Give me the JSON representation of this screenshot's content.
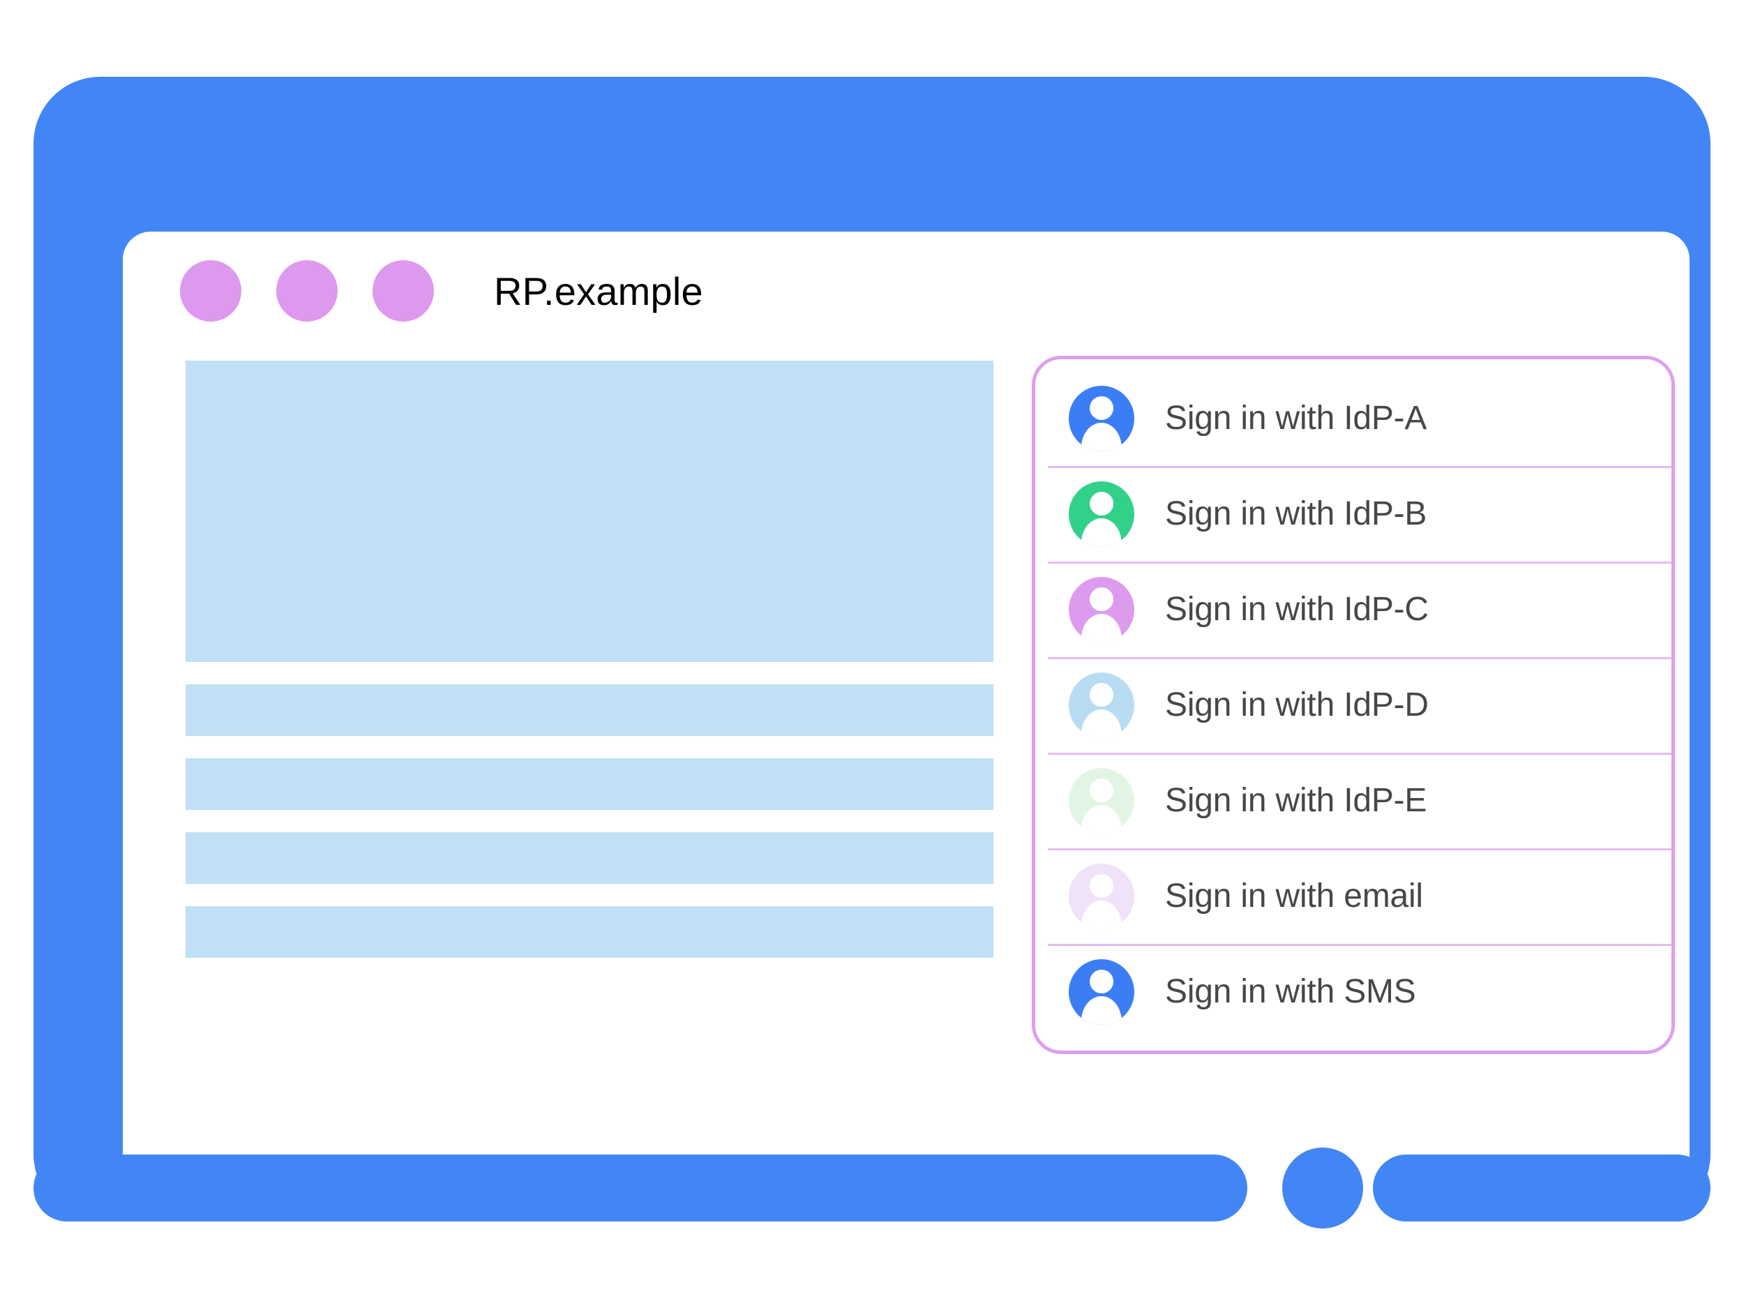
{
  "colors": {
    "device_frame": "#4286f5",
    "window_dot": "#dd99ee",
    "placeholder": "#bfe0f5",
    "panel_border": "#dda0ee",
    "divider": "#e5bbf2",
    "label_text": "#474747",
    "title_text": "#000000"
  },
  "window": {
    "title": "RP.example",
    "dots": [
      {
        "name": "window-dot-1",
        "color": "#dd99ee"
      },
      {
        "name": "window-dot-2",
        "color": "#dd99ee"
      },
      {
        "name": "window-dot-3",
        "color": "#dd99ee"
      }
    ]
  },
  "content": {
    "placeholders": [
      {
        "type": "hero"
      },
      {
        "type": "bar"
      },
      {
        "type": "bar"
      },
      {
        "type": "bar"
      },
      {
        "type": "bar"
      }
    ]
  },
  "account_chooser": {
    "accounts": [
      {
        "label": "Sign in with IdP-A",
        "icon": "person-avatar-icon",
        "avatar_color": "#3b7df5"
      },
      {
        "label": "Sign in with IdP-B",
        "icon": "person-avatar-icon",
        "avatar_color": "#32d18a"
      },
      {
        "label": "Sign in with IdP-C",
        "icon": "person-avatar-icon",
        "avatar_color": "#dd9bee"
      },
      {
        "label": "Sign in with IdP-D",
        "icon": "person-avatar-icon",
        "avatar_color": "#b8dcf2"
      },
      {
        "label": "Sign in with IdP-E",
        "icon": "person-avatar-icon",
        "avatar_color": "#e2f5e4"
      },
      {
        "label": "Sign in with email",
        "icon": "person-avatar-icon",
        "avatar_color": "#f0e2f8"
      },
      {
        "label": "Sign in with SMS",
        "icon": "person-avatar-icon",
        "avatar_color": "#3b7df5"
      }
    ]
  },
  "device": {
    "home_button": "home-button"
  }
}
